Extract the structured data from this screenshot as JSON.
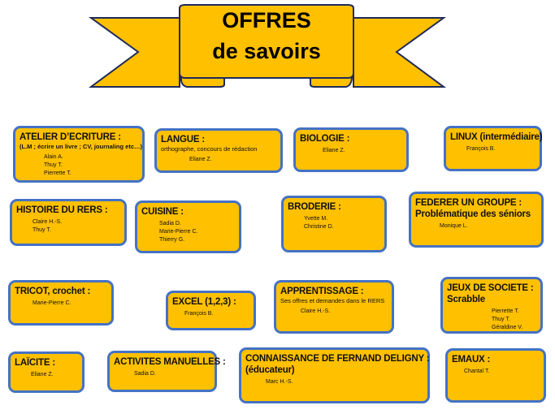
{
  "banner": {
    "line1": "OFFRES",
    "line2": "de savoirs"
  },
  "colors": {
    "fill": "#FFC000",
    "border": "#4472C4",
    "banner_outline": "#1F2A5A"
  },
  "offers": [
    {
      "title": "ATELIER D’ECRITURE :",
      "subtitle": "(L.M ; écrire un livre ; CV, journaling etc…)",
      "names": [
        "Alain A.",
        "Thuy T.",
        "Pierrette T."
      ]
    },
    {
      "title": "LANGUE :",
      "subtitle": "orthographe, concours de rédaction",
      "names": [
        "Eliane Z."
      ]
    },
    {
      "title": "BIOLOGIE :",
      "names": [
        "Eliane Z."
      ]
    },
    {
      "title": "LINUX (intermédiaire)",
      "names": [
        "François B."
      ]
    },
    {
      "title": "HISTOIRE DU RERS :",
      "names": [
        "Claire H.-S.",
        "Thuy T."
      ]
    },
    {
      "title": "CUISINE :",
      "names": [
        "Sadia D.",
        "Marie-Pierre C.",
        "Thierry G."
      ]
    },
    {
      "title": "BRODERIE :",
      "names": [
        "Yvette M.",
        "Christine D."
      ]
    },
    {
      "title": "FEDERER UN GROUPE :",
      "title2": "Problématique des séniors",
      "names": [
        "Monique L."
      ]
    },
    {
      "title": "TRICOT, crochet :",
      "names": [
        "Marie-Pierre C."
      ]
    },
    {
      "title": "EXCEL (1,2,3) :",
      "names": [
        "François B."
      ]
    },
    {
      "title": "APPRENTISSAGE :",
      "subtitle": "Ses offres et demandes dans le RERS",
      "names": [
        "Claire H.-S."
      ]
    },
    {
      "title": "JEUX DE SOCIETE :",
      "title2": "Scrabble",
      "names": [
        "Pierrette T.",
        "Thuy T.",
        "Géraldine V."
      ]
    },
    {
      "title": "LAÏCITE :",
      "names": [
        "Eliane Z."
      ]
    },
    {
      "title": "ACTIVITES MANUELLES :",
      "names": [
        "Sadia D."
      ]
    },
    {
      "title": "CONNAISSANCE DE FERNAND DELIGNY :",
      "title2": "(éducateur)",
      "names": [
        "Marc H.-S."
      ]
    },
    {
      "title": "EMAUX :",
      "names": [
        "Chantal T."
      ]
    }
  ]
}
